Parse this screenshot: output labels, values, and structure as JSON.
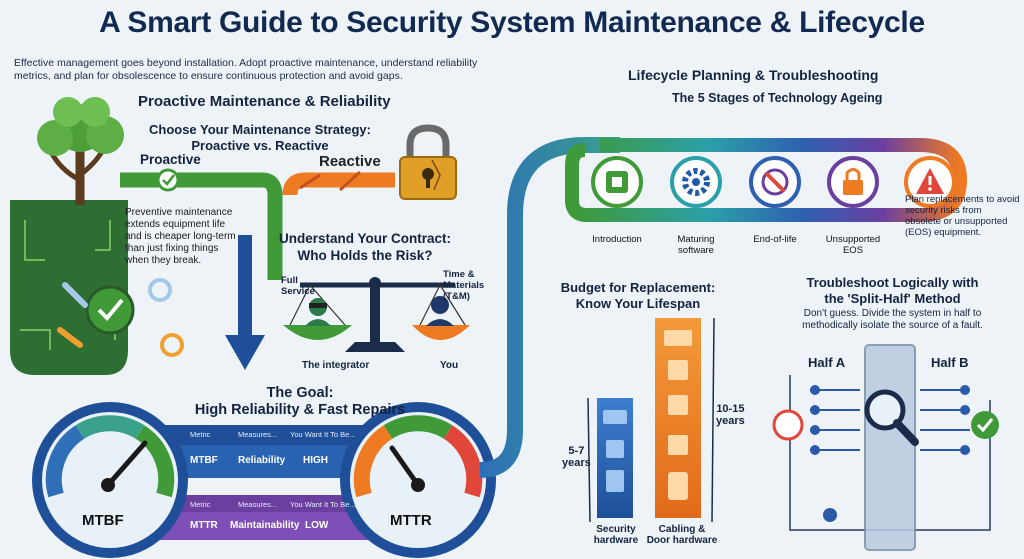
{
  "title": "A Smart Guide to Security System Maintenance & Lifecycle",
  "intro": "Effective management goes beyond installation. Adopt proactive maintenance, understand reliability metrics, and plan for obsolescence to ensure continuous protection and avoid gaps.",
  "left_section": {
    "heading": "Proactive Maintenance & Reliability",
    "strategy_line1": "Choose Your Maintenance Strategy:",
    "strategy_line2": "Proactive vs. Reactive",
    "proactive_label": "Proactive",
    "reactive_label": "Reactive",
    "preventive_text": "Preventive maintenance extends equipment life and is cheaper long-term than just fixing things when they break."
  },
  "contract": {
    "line1": "Understand Your Contract:",
    "line2": "Who Holds the Risk?",
    "full_line1": "Full",
    "full_line2": "Service",
    "tm_line1": "Time &",
    "tm_line2": "Materials",
    "tm_line3": "(T&M)",
    "integrator_label": "The integrator",
    "you_label": "You"
  },
  "goal": {
    "line1": "The Goal:",
    "line2": "High Reliability & Fast Repairs",
    "header_metric": "Metric",
    "header_measures": "Measures...",
    "header_want": "You Want It To Be...",
    "row1_metric": "MTBF",
    "row1_measures": "Reliability",
    "row1_want": "HIGH",
    "row2_metric": "MTTR",
    "row2_measures": "Maintainability",
    "row2_want": "LOW",
    "gauge1": "MTBF",
    "gauge2": "MTTR"
  },
  "lifecycle": {
    "heading": "Lifecycle Planning & Troubleshooting",
    "subheading": "The 5 Stages of Technology Ageing",
    "stages": [
      "Introduction",
      "Maturing software",
      "End-of-life",
      "Unsupported EOS",
      ""
    ],
    "stage2_line1": "Maturing",
    "stage2_line2": "software",
    "stage4_line1": "Unsupported",
    "stage4_line2": "EOS",
    "plan_text": "Plan replacements to avoid security risks from obsolete or unsupported (EOS) equipment."
  },
  "budget": {
    "line1": "Budget for Replacement:",
    "line2": "Know Your Lifespan",
    "short_years": "5-7",
    "short_unit": "years",
    "long_years": "10-15",
    "long_unit": "years",
    "bar1_line1": "Security",
    "bar1_line2": "hardware",
    "bar2_line1": "Cabling &",
    "bar2_line2": "Door hardware",
    "bar1_value": 5,
    "bar2_value": 12.5
  },
  "troubleshoot": {
    "line1": "Troubleshoot Logically with",
    "line2": "the 'Split-Half' Method",
    "text": "Don't guess. Divide the system in half to methodically isolate the source of a fault.",
    "half_a": "Half A",
    "half_b": "Half B"
  },
  "colors": {
    "green": "#3f9a37",
    "dark_green": "#2f6e33",
    "orange": "#ee7a22",
    "blue": "#1f5aa8",
    "navy": "#142a55",
    "purple": "#6b3fa0",
    "red": "#e0463a"
  }
}
